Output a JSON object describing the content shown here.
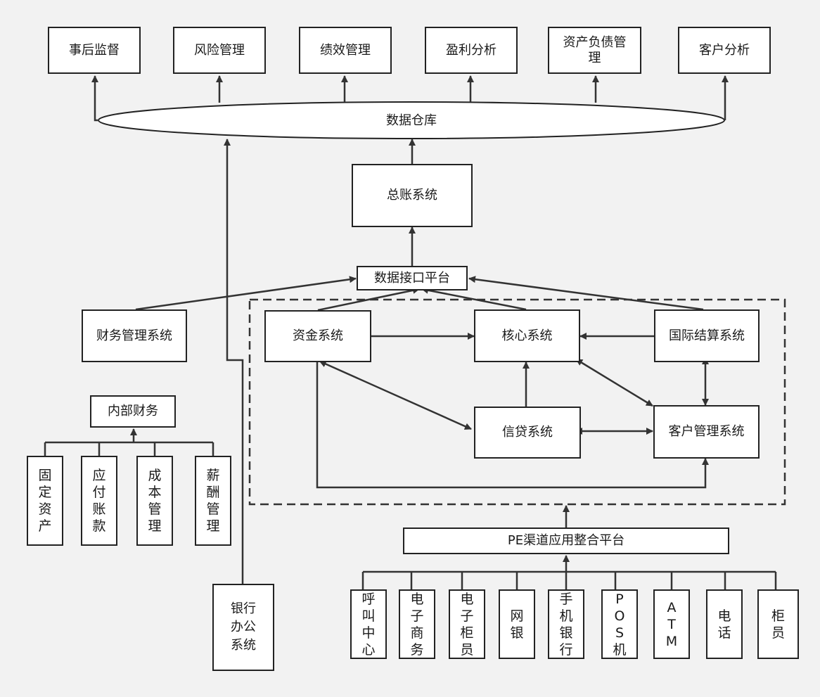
{
  "top_apps": {
    "post_supervision": "事后监督",
    "risk_management": "风险管理",
    "performance_management": "绩效管理",
    "profit_analysis": "盈利分析",
    "asset_liability_management": "资产负债管理",
    "customer_analysis": "客户分析"
  },
  "data_warehouse": "数据仓库",
  "general_ledger": "总账系统",
  "data_interface_platform": "数据接口平台",
  "financial_management_system": "财务管理系统",
  "core_group": {
    "treasury_system": "资金系统",
    "core_system": "核心系统",
    "international_settlement_system": "国际结算系统",
    "credit_system": "信贷系统",
    "customer_management_system": "客户管理系统"
  },
  "internal_finance": {
    "title": "内部财务",
    "items": [
      "固定资产",
      "应付账款",
      "成本管理",
      "薪酬管理"
    ]
  },
  "bank_office_system": "银行办公系统",
  "pe_platform": "PE渠道应用整合平台",
  "channels": [
    "呼叫中心",
    "电子商务",
    "电子柜员",
    "网银",
    "手机银行",
    "POS机",
    "ATM",
    "电话",
    "柜员"
  ],
  "colors": {
    "line": "#333333",
    "box_border": "#222222",
    "background": "#f2f2f2",
    "box_fill": "#ffffff"
  }
}
